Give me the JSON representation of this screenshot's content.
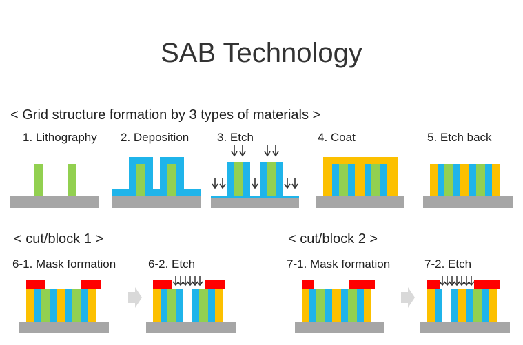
{
  "title": "SAB Technology",
  "section_grid": "< Grid structure formation by 3 types of materials >",
  "steps": [
    "1. Lithography",
    "2. Deposition",
    "3. Etch",
    "4. Coat",
    "5. Etch back"
  ],
  "cut_block_1": {
    "heading": "< cut/block 1 >",
    "steps": [
      "6-1. Mask formation",
      "6-2. Etch"
    ]
  },
  "cut_block_2": {
    "heading": "< cut/block 2 >",
    "steps": [
      "7-1. Mask formation",
      "7-2. Etch"
    ]
  },
  "colors": {
    "substrate": "#a6a6a6",
    "mandrel": "#92d050",
    "spacer": "#1fb4ea",
    "fill": "#fcc000",
    "mask": "#ff0000",
    "arrow": "#333333",
    "flow_arrow": "#d9d9d9"
  }
}
